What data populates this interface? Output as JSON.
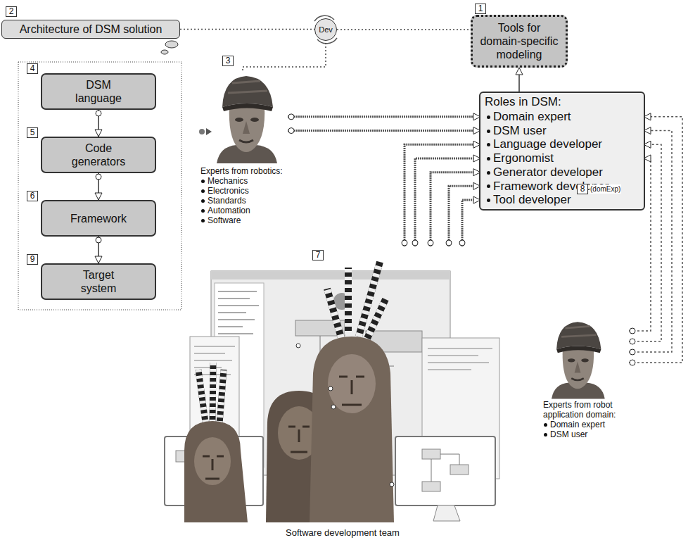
{
  "diagram": {
    "nodes": [
      {
        "text": [
          "Tools for domain-specific modeling"
        ]
      },
      {
        "text": [
          "Architecture of DSM solution"
        ]
      },
      {
        "text": [
          "Dev"
        ]
      },
      {
        "text": [
          "DSM language"
        ]
      },
      {
        "text": [
          "Code generators"
        ]
      },
      {
        "text": [
          "Framework"
        ]
      },
      {
        "text": [
          "Target system"
        ]
      },
      {
        "text": [
          "Roles in DSM:"
        ]
      },
      {
        "text": [
          "Domain expert"
        ],
        "in": 7
      },
      {
        "text": [
          "DSM user"
        ],
        "in": 7
      },
      {
        "text": [
          "Language developer"
        ],
        "in": 7
      },
      {
        "text": [
          "Ergonomist"
        ],
        "in": 7
      },
      {
        "text": [
          "Generator developer"
        ],
        "in": 7
      },
      {
        "text": [
          "Framework developer"
        ],
        "in": 7
      },
      {
        "text": [
          "Tool developer"
        ],
        "in": 7
      },
      {
        "text": [
          "Experts from robotics:",
          "Mechanics",
          "Electronics",
          "Standards",
          "Automation",
          "Software"
        ]
      },
      {
        "text": [
          "Software development team"
        ]
      },
      {
        "text": [
          "Experts from robot application domain:",
          "Domain expert",
          "DSM user"
        ]
      }
    ],
    "edges": [
      {
        "from": 1,
        "to": 2,
        "arrow": "none"
      },
      {
        "from": 2,
        "to": 0,
        "arrow": "none"
      },
      {
        "from": 15,
        "to": 2,
        "arrow": "none"
      },
      {
        "from": 3,
        "to": 4,
        "arrow": "to"
      },
      {
        "from": 4,
        "to": 5,
        "arrow": "to"
      },
      {
        "from": 5,
        "to": 6,
        "arrow": "to"
      },
      {
        "from": 7,
        "to": 0,
        "arrow": "to"
      },
      {
        "from": 15,
        "to": 8,
        "arrow": "to"
      },
      {
        "from": 15,
        "to": 9,
        "arrow": "to"
      },
      {
        "from": 16,
        "to": 10,
        "arrow": "to"
      },
      {
        "from": 16,
        "to": 11,
        "arrow": "to"
      },
      {
        "from": 16,
        "to": 12,
        "arrow": "to"
      },
      {
        "from": 16,
        "to": 13,
        "arrow": "to"
      },
      {
        "from": 16,
        "to": 14,
        "arrow": "to"
      },
      {
        "from": 17,
        "to": 8,
        "arrow": "to"
      },
      {
        "from": 17,
        "to": 9,
        "arrow": "to"
      },
      {
        "from": 17,
        "to": 10,
        "arrow": "to"
      },
      {
        "from": 17,
        "to": 11,
        "arrow": "to"
      }
    ],
    "labels": [
      "1",
      "2",
      "3",
      "4",
      "5",
      "6",
      "9",
      "7",
      "8",
      "(domExp)"
    ]
  }
}
